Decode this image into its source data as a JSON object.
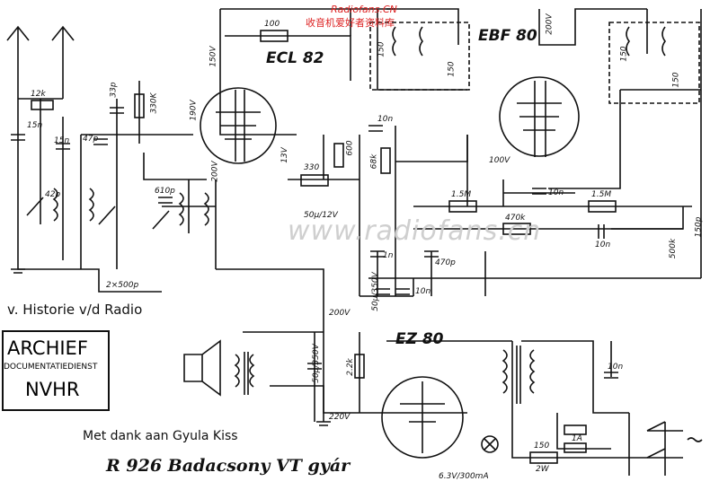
{
  "watermark": {
    "line1": "Radiofans.CN",
    "line2": "收音机爱好者资料库",
    "url": "www.radiofans.cn"
  },
  "tubes": {
    "ecl82": "ECL 82",
    "ebf80": "EBF 80",
    "ez80": "EZ 80"
  },
  "components": {
    "r100": "100",
    "r12k": "12k",
    "c15n_a": "15n",
    "c15n_b": "15n",
    "c33p": "33p",
    "r330k": "330K",
    "c47p": "47p",
    "c42p": "42p",
    "c610p": "610p",
    "c2x500p": "2×500p",
    "r330": "330",
    "r600": "600",
    "c50u12": "50µ/12V",
    "c10n_a": "10n",
    "r68k": "68k",
    "c10n_b": "10n",
    "r15m_a": "1.5M",
    "r15m_b": "1.5M",
    "r470k": "470k",
    "c10n_c": "10n",
    "c10n_d": "10n",
    "c1n": "1n",
    "c470p": "470p",
    "p500k": "500k",
    "c150p": "150p",
    "c50u350a": "50µ/350V",
    "c50u350b": "50µ/350V",
    "r22k": "2.2k",
    "c10n_e": "10n",
    "r150": "150",
    "r150w": "2W",
    "f1a": "1A",
    "c150a": "150",
    "c150b": "150",
    "c150c": "150",
    "c150d": "150"
  },
  "voltages": {
    "v150": "150V",
    "v190": "190V",
    "v200a": "200V",
    "v200b": "200V",
    "v13": "13V",
    "v100": "100V",
    "v200c": "200V",
    "v220": "220V",
    "lamp": "6.3V/300mA"
  },
  "stamp": {
    "line1": "ARCHIEF",
    "line2": "DOCUMENTATIEDIENST",
    "line3": "NVHR"
  },
  "history": "v. Historie v/d Radio",
  "thanks": "Met dank aan Gyula Kiss",
  "model": "R 926 Badacsony VT gyár"
}
